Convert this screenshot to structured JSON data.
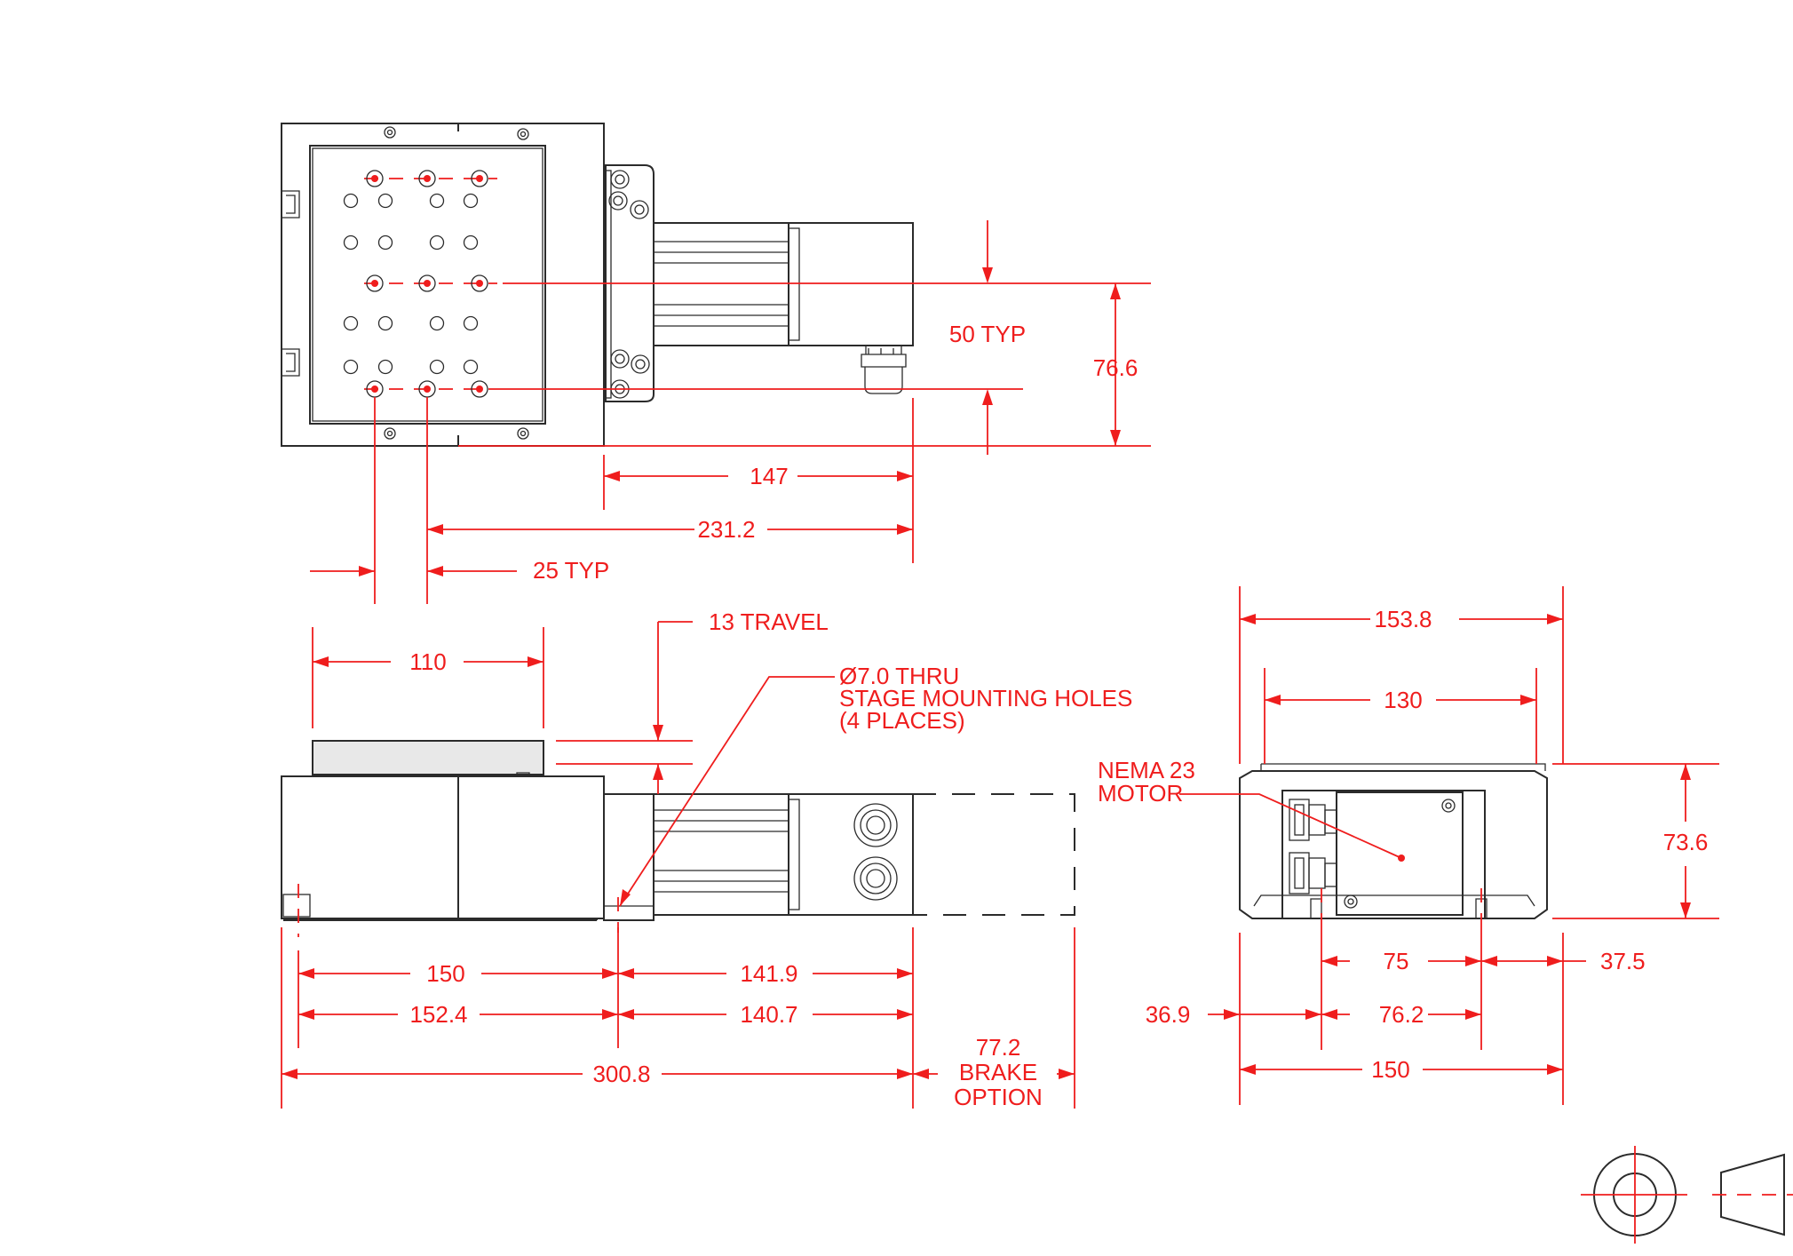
{
  "dims": {
    "d50": "50 TYP",
    "d76_6": "76.6",
    "d147": "147",
    "d231_2": "231.2",
    "d25": "25 TYP",
    "travel": "13 TRAVEL",
    "d110": "110",
    "hole1": "Ø7.0 THRU",
    "hole2": "STAGE MOUNTING HOLES",
    "hole3": "(4 PLACES)",
    "d150a": "150",
    "d141_9": "141.9",
    "d152_4": "152.4",
    "d140_7": "140.7",
    "d300_8": "300.8",
    "brake1": "77.2",
    "brake2": "BRAKE",
    "brake3": "OPTION",
    "d153_8": "153.8",
    "d130": "130",
    "motor1": "NEMA 23",
    "motor2": "MOTOR",
    "d73_6": "73.6",
    "d75": "75",
    "d37_5": "37.5",
    "d36_9": "36.9",
    "d76_2": "76.2",
    "d150b": "150"
  },
  "colors": {
    "dimension": "#ef1d1d",
    "outline": "#2b2b2b"
  },
  "symbols": {
    "projection": "third-angle-projection-icon"
  }
}
